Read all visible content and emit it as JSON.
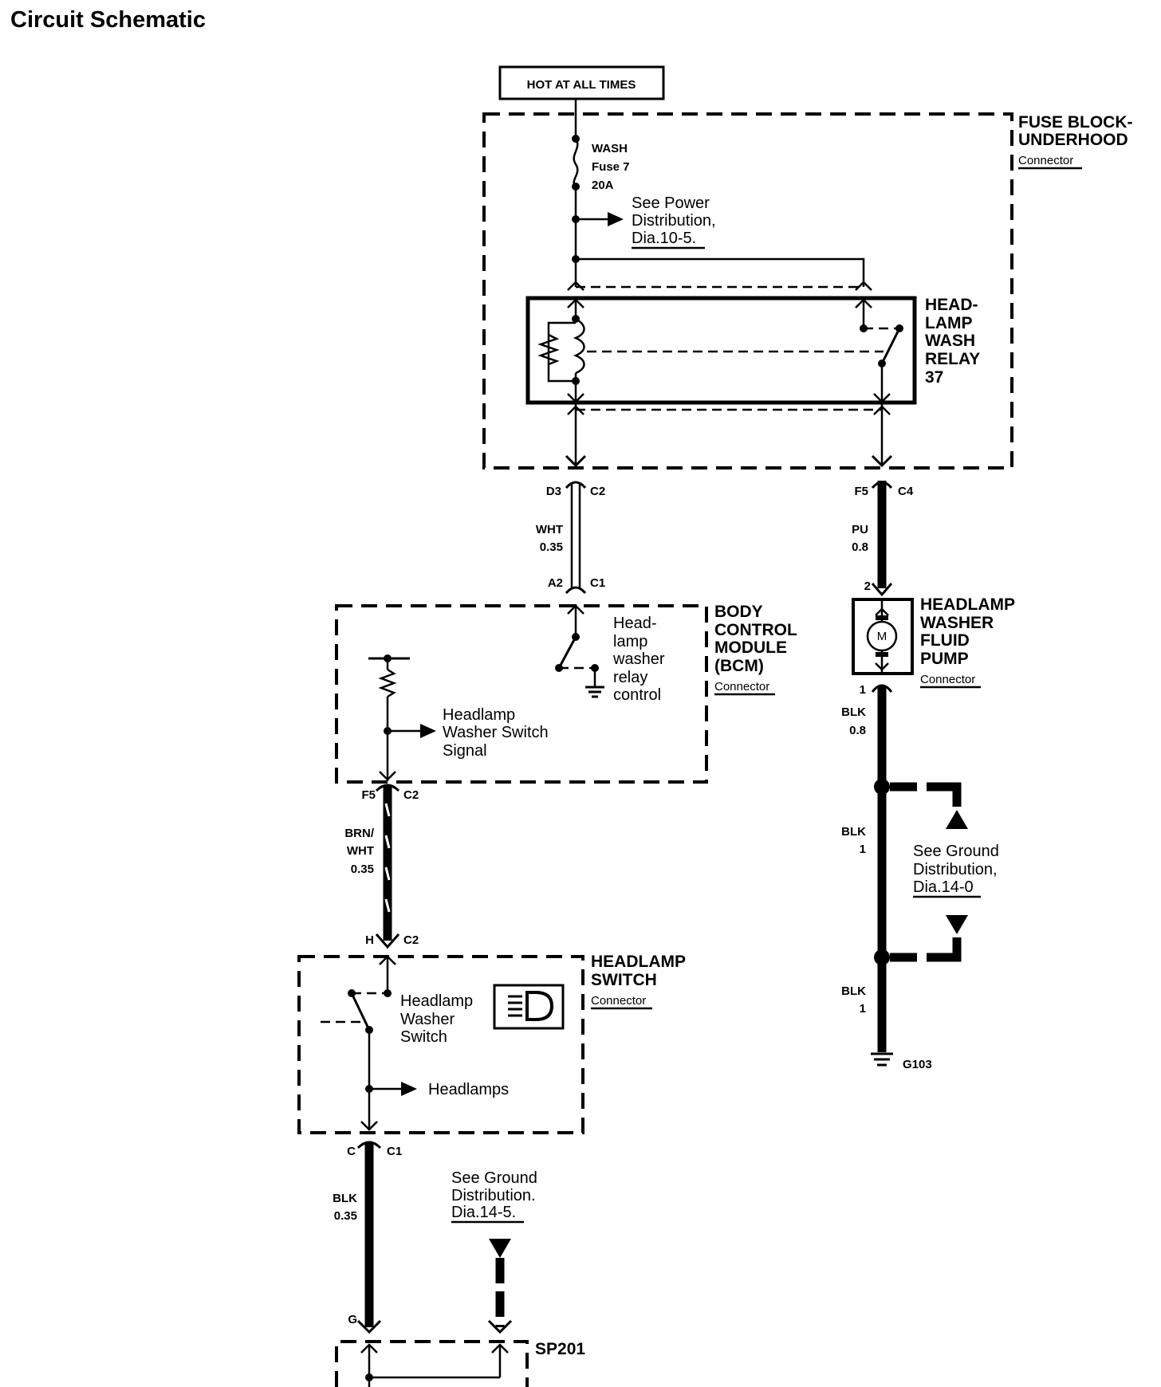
{
  "title": "Circuit Schematic",
  "power_source": "HOT AT ALL TIMES",
  "fuse_block": {
    "name_line1": "FUSE BLOCK-",
    "name_line2": "UNDERHOOD",
    "sub": "Connector",
    "fuse_line1": "WASH",
    "fuse_line2": "Fuse 7",
    "fuse_line3": "20A",
    "ref_line1": "See Power",
    "ref_line2": "Distribution,",
    "ref_line3": "Dia.10-5."
  },
  "relay": {
    "line1": "HEAD-",
    "line2": "LAMP",
    "line3": "WASH",
    "line4": "RELAY",
    "line5": "37"
  },
  "wires": {
    "left_top": {
      "pin_l": "D3",
      "pin_r": "C2",
      "color": "WHT",
      "gauge": "0.35",
      "pin_bl": "A2",
      "pin_br": "C1"
    },
    "right_top": {
      "pin_l": "F5",
      "pin_r": "C4",
      "color": "PU",
      "gauge": "0.8",
      "pin_b": "2"
    },
    "bcm_out": {
      "pin_l": "F5",
      "pin_r": "C2",
      "color1": "BRN/",
      "color2": "WHT",
      "gauge": "0.35",
      "pin_bl": "H",
      "pin_br": "C2"
    },
    "pump_out": {
      "pin": "1",
      "color": "BLK",
      "gauge": "0.8"
    },
    "ground_mid": {
      "color": "BLK",
      "gauge": "1"
    },
    "ground_low": {
      "color": "BLK",
      "gauge": "1"
    },
    "switch_out": {
      "pin_l": "C",
      "pin_r": "C1",
      "color": "BLK",
      "gauge": "0.35",
      "pin_b": "G"
    }
  },
  "bcm": {
    "line1": "BODY",
    "line2": "CONTROL",
    "line3": "MODULE",
    "line4": "(BCM)",
    "sub": "Connector",
    "ctrl1": "Head-",
    "ctrl2": "lamp",
    "ctrl3": "washer",
    "ctrl4": "relay",
    "ctrl5": "control",
    "sig1": "Headlamp",
    "sig2": "Washer Switch",
    "sig3": "Signal"
  },
  "pump": {
    "line1": "HEADLAMP",
    "line2": "WASHER",
    "line3": "FLUID",
    "line4": "PUMP",
    "sub": "Connector",
    "motor": "M"
  },
  "ground_ref": {
    "line1": "See Ground",
    "line2": "Distribution,",
    "line3": "Dia.14-0"
  },
  "ground_point": "G103",
  "headlamp_switch": {
    "line1": "HEADLAMP",
    "line2": "SWITCH",
    "sub": "Connector",
    "sw1": "Headlamp",
    "sw2": "Washer",
    "sw3": "Switch",
    "out": "Headlamps"
  },
  "ground_ref2": {
    "line1": "See Ground",
    "line2": "Distribution.",
    "line3": "Dia.14-5."
  },
  "splice": "SP201"
}
